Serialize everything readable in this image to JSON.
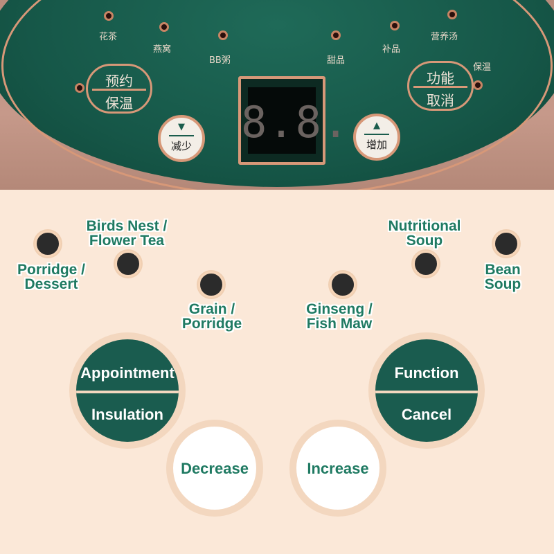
{
  "photo": {
    "chinese_labels": {
      "flower_tea": "花茶",
      "birds_nest": "燕窝",
      "bb_porridge": "BB粥",
      "dessert": "甜品",
      "tonic": "补品",
      "nutritional_soup": "营养汤",
      "keep_warm": "保温"
    },
    "left_pill": {
      "top": "预约",
      "bottom": "保温"
    },
    "right_pill": {
      "top": "功能",
      "bottom": "取消"
    },
    "decrease": {
      "arrow": "▼",
      "label": "减少"
    },
    "increase": {
      "arrow": "▲",
      "label": "增加"
    },
    "display": "8.8."
  },
  "diagram": {
    "labels": {
      "porridge_dessert": [
        "Porridge /",
        "Dessert"
      ],
      "birds_nest_flower_tea": [
        "Birds Nest /",
        "Flower Tea"
      ],
      "grain_porridge": [
        "Grain /",
        "Porridge"
      ],
      "ginseng_fish_maw": [
        "Ginseng /",
        "Fish Maw"
      ],
      "nutritional_soup": [
        "Nutritional",
        "Soup"
      ],
      "bean_soup": [
        "Bean",
        "Soup"
      ]
    },
    "buttons": {
      "appointment": "Appointment",
      "insulation": "Insulation",
      "function": "Function",
      "cancel": "Cancel",
      "decrease": "Decrease",
      "increase": "Increase"
    }
  },
  "colors": {
    "panel_green": "#165748",
    "label_green": "#1f7a62",
    "button_green": "#1a5c4f",
    "background": "#fbe8d8",
    "copper_trim": "#d79878"
  }
}
